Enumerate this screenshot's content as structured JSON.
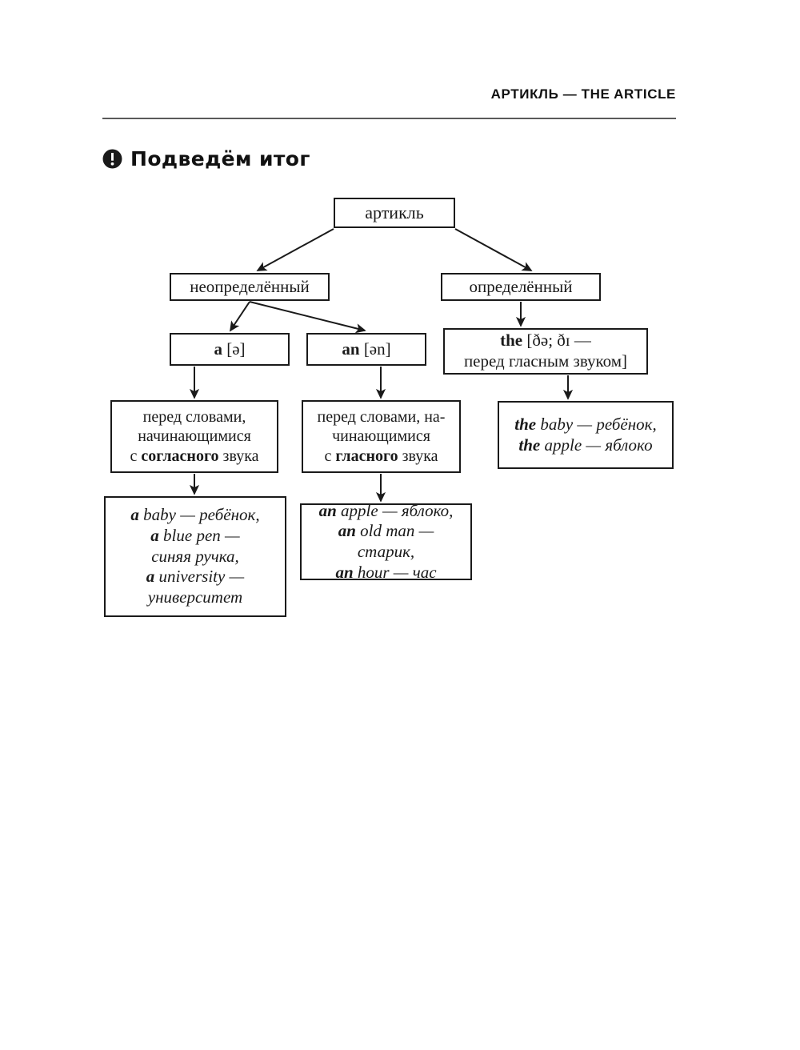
{
  "page": {
    "running_head": "АРТИКЛЬ — THE ARTICLE",
    "section_title": "Подведём итог",
    "icon": "exclamation-circle-icon"
  },
  "diagram": {
    "type": "tree",
    "nodes": {
      "root": {
        "label": "артикль"
      },
      "indefinite": {
        "label": "неопределённый"
      },
      "definite": {
        "label": "определённый"
      },
      "article_a": {
        "article": "a",
        "transcription": "[ə]"
      },
      "article_an": {
        "article": "an",
        "transcription": "[ən]"
      },
      "article_the": {
        "article": "the",
        "transcription_line1": "[ðə; ðɪ —",
        "transcription_line2": "перед гласным звуком]"
      },
      "desc_a": {
        "line1": "перед словами,",
        "line2": "начинающимися",
        "line3_pre": "с ",
        "line3_bold": "согласного",
        "line3_post": " звука"
      },
      "desc_an": {
        "line1": "перед словами, на-",
        "line2": "чинающимися",
        "line3_pre": "с ",
        "line3_bold": "гласного",
        "line3_post": " звука"
      },
      "examples_the": [
        {
          "article": "the",
          "rest": " baby — ребёнок,"
        },
        {
          "article": "the",
          "rest": " apple — яблоко"
        }
      ],
      "examples_a": [
        {
          "article": "a",
          "rest": " baby — ребёнок,"
        },
        {
          "article": "a",
          "rest": " blue pen —"
        },
        {
          "article": "",
          "rest": "синяя ручка,"
        },
        {
          "article": "a",
          "rest": " university —"
        },
        {
          "article": "",
          "rest": "университет"
        }
      ],
      "examples_an": [
        {
          "article": "an",
          "rest": " apple — яблоко,"
        },
        {
          "article": "an",
          "rest": " old man — старик,"
        },
        {
          "article": "an",
          "rest": " hour — час"
        }
      ]
    },
    "edges": [
      {
        "from": "root",
        "to": "indefinite",
        "style": "diagonal-arrow"
      },
      {
        "from": "root",
        "to": "definite",
        "style": "diagonal-arrow"
      },
      {
        "from": "indefinite",
        "to": "article_a",
        "style": "diagonal-arrow"
      },
      {
        "from": "indefinite",
        "to": "article_an",
        "style": "diagonal-arrow"
      },
      {
        "from": "definite",
        "to": "article_the",
        "style": "vertical-arrow"
      },
      {
        "from": "article_a",
        "to": "desc_a",
        "style": "vertical-arrow"
      },
      {
        "from": "article_an",
        "to": "desc_an",
        "style": "vertical-arrow"
      },
      {
        "from": "article_the",
        "to": "examples_the",
        "style": "vertical-arrow"
      },
      {
        "from": "desc_a",
        "to": "examples_a",
        "style": "vertical-arrow"
      },
      {
        "from": "desc_an",
        "to": "examples_an",
        "style": "vertical-arrow"
      }
    ],
    "colors": {
      "line": "#1a1a1a",
      "box_fill": "#ffffff",
      "rule": "#5a5a5a"
    }
  }
}
